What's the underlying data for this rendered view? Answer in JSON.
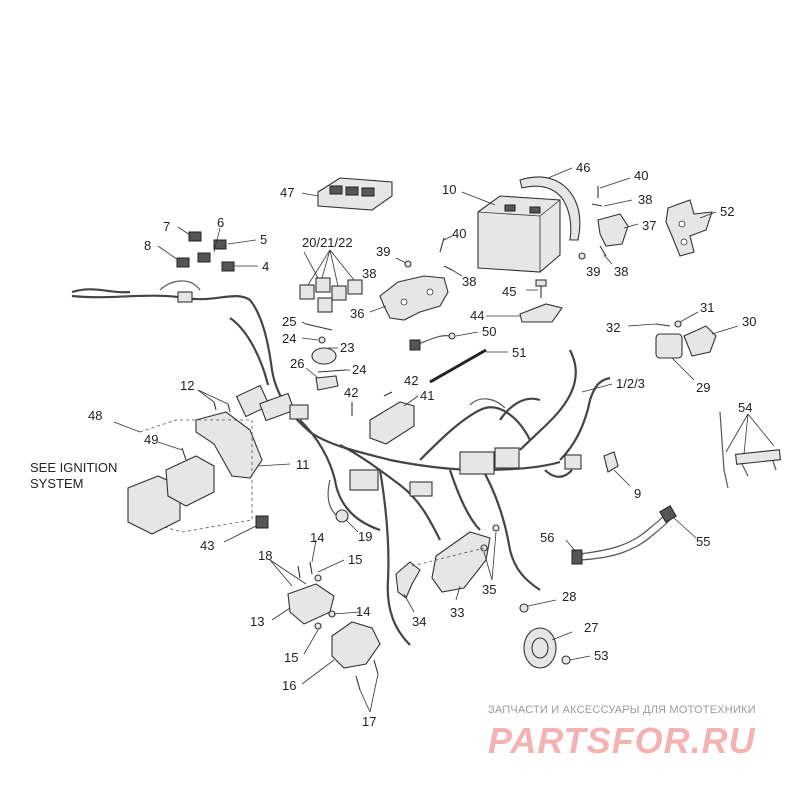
{
  "diagram": {
    "labels": {
      "p1": "1/2/3",
      "p4": "4",
      "p5": "5",
      "p6": "6",
      "p7": "7",
      "p8": "8",
      "p9": "9",
      "p10": "10",
      "p11": "11",
      "p12": "12",
      "p13": "13",
      "p14a": "14",
      "p14b": "14",
      "p15a": "15",
      "p15b": "15",
      "p16": "16",
      "p17": "17",
      "p18": "18",
      "p19": "19",
      "p20": "20/21/22",
      "p23": "23",
      "p24a": "24",
      "p24b": "24",
      "p25": "25",
      "p26": "26",
      "p27": "27",
      "p28": "28",
      "p29": "29",
      "p30": "30",
      "p31": "31",
      "p32": "32",
      "p33": "33",
      "p34": "34",
      "p35": "35",
      "p36": "36",
      "p37": "37",
      "p38a": "38",
      "p38b": "38",
      "p38c": "38",
      "p38d": "38",
      "p39a": "39",
      "p39b": "39",
      "p40a": "40",
      "p40b": "40",
      "p41": "41",
      "p42a": "42",
      "p42b": "42",
      "p43": "43",
      "p44": "44",
      "p45": "45",
      "p46": "46",
      "p47": "47",
      "p48": "48",
      "p49": "49",
      "p50": "50",
      "p51": "51",
      "p52": "52",
      "p53": "53",
      "p54": "54",
      "p55": "55",
      "p56": "56"
    },
    "note_line1": "SEE IGNITION",
    "note_line2": "SYSTEM"
  },
  "watermark": {
    "caption": "ЗАПЧАСТИ И АКСЕССУАРЫ ДЛЯ МОТОТЕХНИКИ",
    "logo": "PARTSFOR.RU"
  },
  "colors": {
    "line": "#333333",
    "fill": "#e6e6e6",
    "watermark": "#f3b3b3"
  }
}
